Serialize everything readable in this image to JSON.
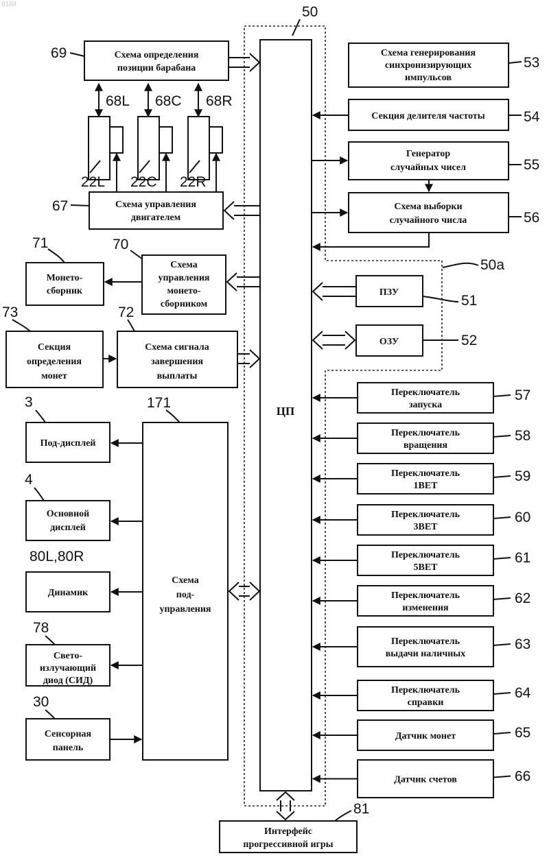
{
  "watermark": "8184",
  "cpu": {
    "label": "ЦП",
    "ref": "50",
    "area_ref": "50a"
  },
  "blocks": {
    "drum": {
      "lines": [
        "Схема определения",
        "позиции барабана"
      ],
      "ref": "69"
    },
    "motor": {
      "lines": [
        "Схема управления",
        "двигателем"
      ],
      "ref": "67"
    },
    "hopper_ctrl": {
      "lines": [
        "Схема",
        "управления",
        "монето-",
        "сборником"
      ],
      "ref": "70"
    },
    "hopper": {
      "lines": [
        "Монето-",
        "сборник"
      ],
      "ref": "71"
    },
    "coin_detect": {
      "lines": [
        "Секция",
        "определения",
        "монет"
      ],
      "ref": "73"
    },
    "payout": {
      "lines": [
        "Схема сигнала",
        "завершения",
        "выплаты"
      ],
      "ref": "72"
    },
    "sub_ctrl": {
      "lines": [
        "Схема",
        "под-",
        "управления"
      ],
      "ref": "171"
    },
    "sub_display": {
      "lines": [
        "Под-дисплей"
      ],
      "ref": "3"
    },
    "main_display": {
      "lines": [
        "Основной",
        "дисплей"
      ],
      "ref": "4"
    },
    "speaker": {
      "lines": [
        "Динамик"
      ],
      "ref": "80L,80R"
    },
    "led": {
      "lines": [
        "Свето-",
        "излучающий",
        "диод (СИД)"
      ],
      "ref": "78"
    },
    "touch": {
      "lines": [
        "Сенсорная",
        "панель"
      ],
      "ref": "30"
    },
    "sync": {
      "lines": [
        "Схема генерирования",
        "синхронизирующих",
        "импульсов"
      ],
      "ref": "53"
    },
    "divider": {
      "lines": [
        "Секция делителя частоты"
      ],
      "ref": "54"
    },
    "rng": {
      "lines": [
        "Генератор",
        "случайных чисел"
      ],
      "ref": "55"
    },
    "sampler": {
      "lines": [
        "Схема выборки",
        "случайного числа"
      ],
      "ref": "56"
    },
    "rom": {
      "lines": [
        "ПЗУ"
      ],
      "ref": "51"
    },
    "ram": {
      "lines": [
        "ОЗУ"
      ],
      "ref": "52"
    },
    "progressive": {
      "lines": [
        "Интерфейс",
        "прогрессивной игры"
      ],
      "ref": "81"
    }
  },
  "reels": [
    {
      "reel": "22L",
      "sensor": "68L"
    },
    {
      "reel": "22C",
      "sensor": "68C"
    },
    {
      "reel": "22R",
      "sensor": "68R"
    }
  ],
  "switches": [
    {
      "lines": [
        "Переключатель",
        "запуска"
      ],
      "ref": "57"
    },
    {
      "lines": [
        "Переключатель",
        "вращения"
      ],
      "ref": "58"
    },
    {
      "lines": [
        "Переключатель",
        "1BET"
      ],
      "ref": "59"
    },
    {
      "lines": [
        "Переключатель",
        "3BET"
      ],
      "ref": "60"
    },
    {
      "lines": [
        "Переключатель",
        "5BET"
      ],
      "ref": "61"
    },
    {
      "lines": [
        "Переключатель",
        "изменения"
      ],
      "ref": "62"
    },
    {
      "lines": [
        "Переключатель",
        "выдачи наличных"
      ],
      "ref": "63"
    },
    {
      "lines": [
        "Переключатель",
        "справки"
      ],
      "ref": "64"
    },
    {
      "lines": [
        "Датчик монет"
      ],
      "ref": "65"
    },
    {
      "lines": [
        "Датчик счетов"
      ],
      "ref": "66"
    }
  ]
}
